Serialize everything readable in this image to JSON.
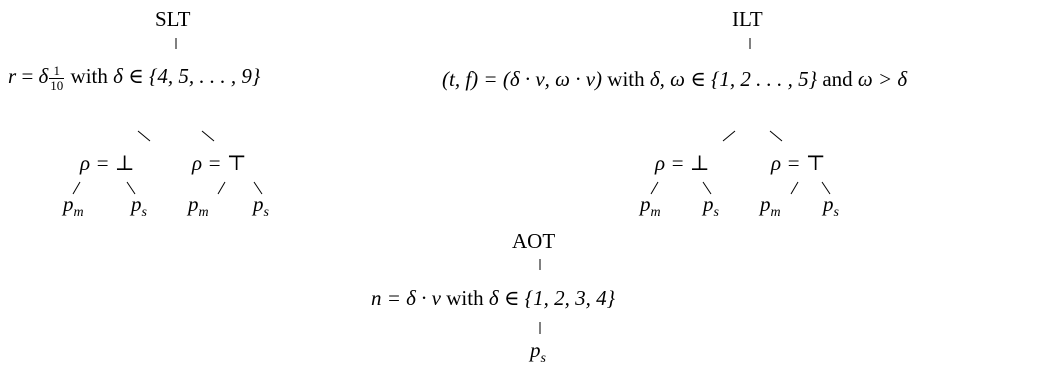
{
  "trees": {
    "slt": {
      "title": "SLT",
      "label": {
        "var": "r",
        "eq": " = ",
        "pre": "δ",
        "frac_num": "1",
        "frac_den": "10",
        "with": " with ",
        "cond": "δ ∈ {4, 5, . . . , 9}"
      },
      "branches": [
        {
          "label": "ρ = ⊥",
          "leaves": [
            {
              "base": "p",
              "sub": "m"
            },
            {
              "base": "p",
              "sub": "s"
            }
          ]
        },
        {
          "label": "ρ = ⊤",
          "leaves": [
            {
              "base": "p",
              "sub": "m"
            },
            {
              "base": "p",
              "sub": "s"
            }
          ]
        }
      ]
    },
    "ilt": {
      "title": "ILT",
      "label": {
        "lhs": "(t, f) = (δ · ν, ω · ν)",
        "with": " with ",
        "cond": "δ, ω ∈ {1, 2 . . . , 5}",
        "and": " and ",
        "cond2": "ω > δ"
      },
      "branches": [
        {
          "label": "ρ = ⊥",
          "leaves": [
            {
              "base": "p",
              "sub": "m"
            },
            {
              "base": "p",
              "sub": "s"
            }
          ]
        },
        {
          "label": "ρ = ⊤",
          "leaves": [
            {
              "base": "p",
              "sub": "m"
            },
            {
              "base": "p",
              "sub": "s"
            }
          ]
        }
      ]
    },
    "aot": {
      "title": "AOT",
      "label": {
        "lhs": "n = δ · ν",
        "with": " with ",
        "cond": "δ ∈ {1, 2, 3, 4}"
      },
      "leaves": [
        {
          "base": "p",
          "sub": "s"
        }
      ]
    }
  }
}
